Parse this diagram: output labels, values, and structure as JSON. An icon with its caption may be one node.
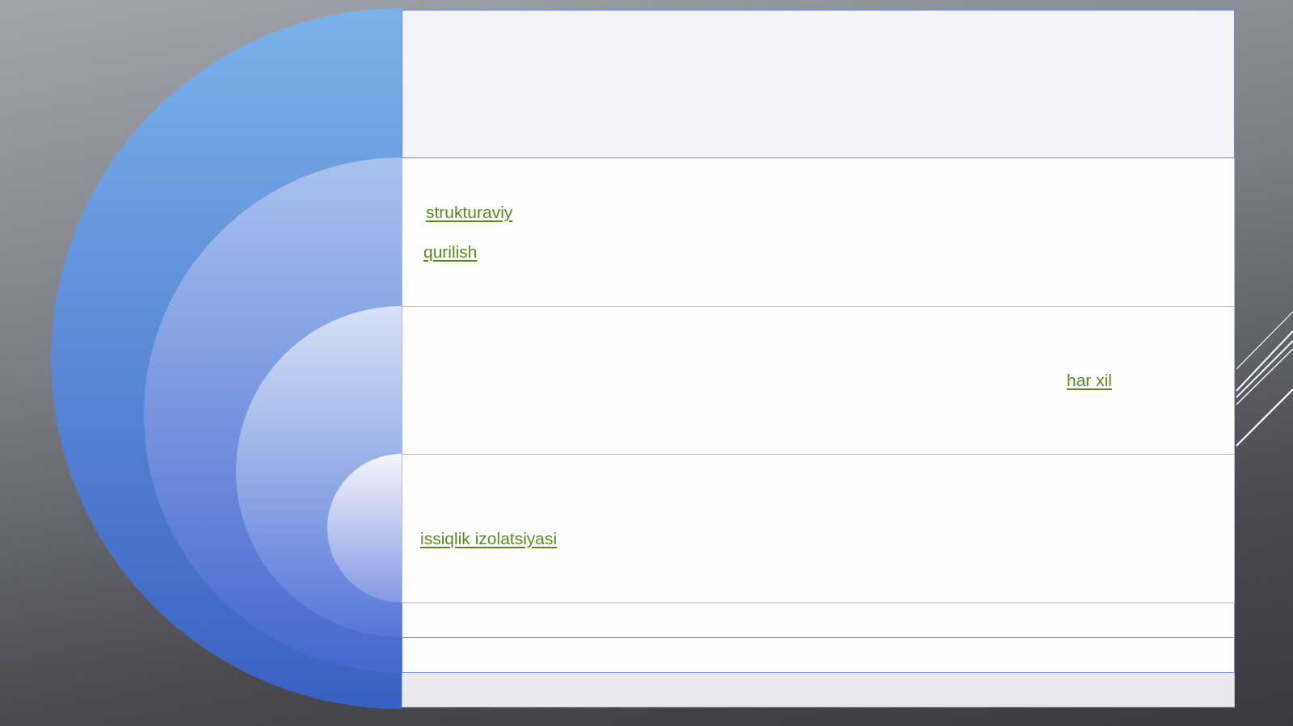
{
  "diagram": {
    "nodes": [
      {
        "text": [],
        "shape": "bar"
      },
      {
        "text": [
          "strukturaviy",
          "qurilish"
        ]
      },
      {
        "text": [
          "har xil"
        ]
      },
      {
        "text": [
          "issiqlik izolatsiyasi"
        ]
      },
      {
        "text": [],
        "shape": "bar"
      },
      {
        "text": [],
        "shape": "bar"
      },
      {
        "text": [],
        "shape": "bar"
      }
    ]
  }
}
